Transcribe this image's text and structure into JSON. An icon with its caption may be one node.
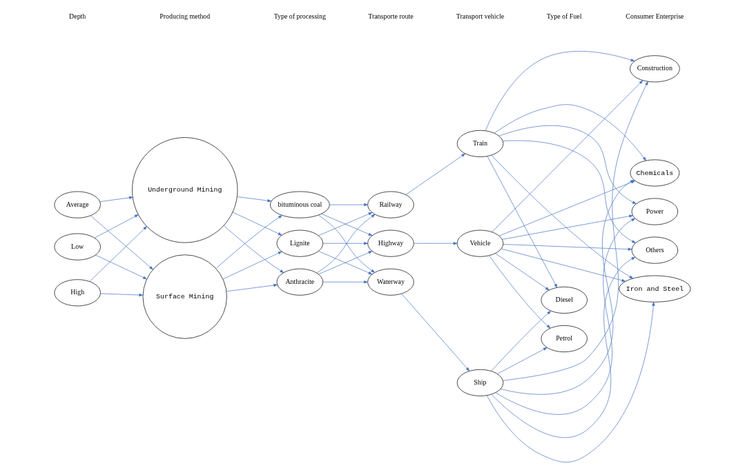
{
  "diagram": {
    "nodes": [
      {
        "text": [
          "High"
        ]
      },
      {
        "text": [
          "Average"
        ]
      },
      {
        "text": [
          "Low"
        ]
      },
      {
        "text": [
          "Underground Mining"
        ]
      },
      {
        "text": [
          "Surface Mining"
        ]
      },
      {
        "text": [
          "Anthracite"
        ]
      },
      {
        "text": [
          "bituminous coal"
        ]
      },
      {
        "text": [
          "Lignite"
        ]
      },
      {
        "text": [
          "Railway"
        ]
      },
      {
        "text": [
          "Highway"
        ]
      },
      {
        "text": [
          "Waterway"
        ]
      },
      {
        "text": [
          "Train"
        ]
      },
      {
        "text": [
          "Vehicle"
        ]
      },
      {
        "text": [
          "Ship"
        ]
      },
      {
        "text": [
          "Petrol"
        ]
      },
      {
        "text": [
          "Diesel"
        ]
      },
      {
        "text": [
          "Power"
        ]
      },
      {
        "text": [
          "Iron and Steel"
        ]
      },
      {
        "text": [
          "Construction"
        ]
      },
      {
        "text": [
          "Chemicals"
        ]
      },
      {
        "text": [
          "Others"
        ]
      }
    ],
    "edges": [
      {
        "from": 0,
        "to": 3,
        "arrow": "to"
      },
      {
        "from": 0,
        "to": 4,
        "arrow": "to"
      },
      {
        "from": 1,
        "to": 3,
        "arrow": "to"
      },
      {
        "from": 1,
        "to": 4,
        "arrow": "to"
      },
      {
        "from": 2,
        "to": 3,
        "arrow": "to"
      },
      {
        "from": 2,
        "to": 4,
        "arrow": "to"
      },
      {
        "from": 3,
        "to": 5,
        "arrow": "to"
      },
      {
        "from": 3,
        "to": 6,
        "arrow": "to"
      },
      {
        "from": 3,
        "to": 7,
        "arrow": "to"
      },
      {
        "from": 4,
        "to": 5,
        "arrow": "to"
      },
      {
        "from": 4,
        "to": 6,
        "arrow": "to"
      },
      {
        "from": 4,
        "to": 7,
        "arrow": "to"
      },
      {
        "from": 5,
        "to": 8,
        "arrow": "to"
      },
      {
        "from": 5,
        "to": 9,
        "arrow": "to"
      },
      {
        "from": 5,
        "to": 10,
        "arrow": "to"
      },
      {
        "from": 6,
        "to": 8,
        "arrow": "to"
      },
      {
        "from": 6,
        "to": 9,
        "arrow": "to"
      },
      {
        "from": 6,
        "to": 10,
        "arrow": "to"
      },
      {
        "from": 7,
        "to": 8,
        "arrow": "to"
      },
      {
        "from": 7,
        "to": 9,
        "arrow": "to"
      },
      {
        "from": 7,
        "to": 10,
        "arrow": "to"
      },
      {
        "from": 8,
        "to": 11,
        "arrow": "to"
      },
      {
        "from": 9,
        "to": 12,
        "arrow": "to"
      },
      {
        "from": 10,
        "to": 13,
        "arrow": "to"
      },
      {
        "from": 11,
        "to": 15,
        "arrow": "to"
      },
      {
        "from": 12,
        "to": 14,
        "arrow": "to"
      },
      {
        "from": 12,
        "to": 15,
        "arrow": "to"
      },
      {
        "from": 13,
        "to": 14,
        "arrow": "to"
      },
      {
        "from": 13,
        "to": 15,
        "arrow": "to"
      },
      {
        "from": 11,
        "to": 16,
        "arrow": "to"
      },
      {
        "from": 11,
        "to": 17,
        "arrow": "to"
      },
      {
        "from": 11,
        "to": 18,
        "arrow": "to"
      },
      {
        "from": 11,
        "to": 19,
        "arrow": "to"
      },
      {
        "from": 11,
        "to": 20,
        "arrow": "to"
      },
      {
        "from": 12,
        "to": 16,
        "arrow": "to"
      },
      {
        "from": 12,
        "to": 17,
        "arrow": "to"
      },
      {
        "from": 12,
        "to": 18,
        "arrow": "to"
      },
      {
        "from": 12,
        "to": 19,
        "arrow": "to"
      },
      {
        "from": 12,
        "to": 20,
        "arrow": "to"
      },
      {
        "from": 13,
        "to": 16,
        "arrow": "to"
      },
      {
        "from": 13,
        "to": 17,
        "arrow": "to"
      },
      {
        "from": 13,
        "to": 18,
        "arrow": "to"
      },
      {
        "from": 13,
        "to": 19,
        "arrow": "to"
      },
      {
        "from": 13,
        "to": 20,
        "arrow": "to"
      }
    ],
    "labels": [
      "Depth",
      "Producing method",
      "Type of processing",
      "Transporte route",
      "Transport vehicle",
      "Type of Fuel",
      "Consumer Enterprise"
    ]
  }
}
